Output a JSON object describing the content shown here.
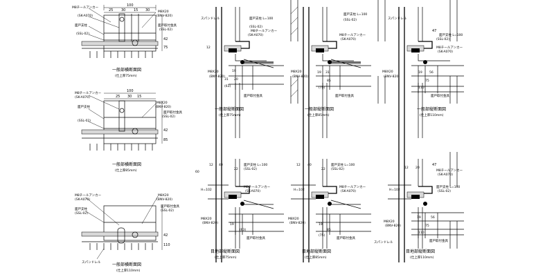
{
  "plan1": {
    "dim_top": "100",
    "dims": [
      "25",
      "30",
      "15",
      "30"
    ],
    "dim_right_1": "42",
    "dim_right_2": "75",
    "callouts": [
      "M8チールアンカー",
      "(SK-A070)",
      "面戸支柱",
      "(SSL-02)",
      "M8X20",
      "(BNV-820)",
      "面戸取付金具",
      "(SSL-02)"
    ],
    "caption": "一般部横断面図",
    "subcaption": "(仕上厚75mm)"
  },
  "plan2": {
    "dim_top": "100",
    "dims": [
      "25",
      "30",
      "15"
    ],
    "dim_right_1": "42",
    "dim_right_2": "85",
    "callouts": [
      "M8チールアンカー",
      "(SK-A070)",
      "面戸支柱",
      "(SSL-02)",
      "M8X20",
      "(BNV-820)",
      "面戸取付金具",
      "(SSL-02)"
    ],
    "caption": "一般部横断面図",
    "subcaption": "(仕上厚85mm)"
  },
  "plan3": {
    "dim_right_1": "42",
    "dim_right_2": "110",
    "callouts": [
      "M8チールアンカー",
      "(SK-A070)",
      "面戸支柱",
      "(SSL-02)",
      "M8X20",
      "(BNV-820)",
      "面戸取付金具",
      "(SSL-02)"
    ],
    "spandrel": "スパンドレル",
    "caption": "一般部横断面図",
    "subcaption": "(仕上厚110mm)"
  },
  "sec1": {
    "spandrel": "スパンドレル",
    "callouts": [
      "面戸支柱 L=100",
      "(SSL-02)",
      "M8チールアンカー",
      "(SK-A070)",
      "M8X20",
      "(BNV-820)",
      "面戸取付金具"
    ],
    "dims": [
      "19",
      "31",
      "20",
      "(63)",
      "12"
    ],
    "caption": "一般部縦断面図",
    "subcaption": "(仕上厚75mm)"
  },
  "sec2": {
    "callouts": [
      "面戸支柱 L=100",
      "(SSL-02)",
      "M8チールアンカー",
      "(SK-A070)",
      "M8X20",
      "(BNV-820)",
      "面戸取付金具"
    ],
    "dims": [
      "19",
      "31",
      "85",
      "(75)"
    ],
    "caption": "一般部縦断面図",
    "subcaption": "(仕上厚85mm)"
  },
  "sec3": {
    "spandrel": "スパンドレル",
    "callouts": [
      "面戸支柱 L=100",
      "(SSL-02)",
      "M8チールアンカー",
      "(SK-A070)",
      "M8X20",
      "(BNV-820)",
      "面戸取付金具"
    ],
    "dims": [
      "47",
      "19",
      "56",
      "75",
      "110"
    ],
    "caption": "一般部縦断面図",
    "subcaption": "(仕上厚110mm)"
  },
  "sec4": {
    "joint_dim": "H=102",
    "callouts": [
      "面戸支柱 L=100",
      "(SSL-02)",
      "M8チールアンカー",
      "(SK-A070)",
      "M8X20",
      "(BNV-820)",
      "面戸取付金具"
    ],
    "dims": [
      "60",
      "12",
      "40",
      "22",
      "19",
      "(63)"
    ],
    "caption": "目地部縦断面図",
    "subcaption": "(仕上厚75mm)"
  },
  "sec5": {
    "joint_dim": "H=102",
    "callouts": [
      "面戸支柱 L=100",
      "(SSL-02)",
      "M8チールアンカー",
      "(SK-A070)",
      "M8X20",
      "(BNV-820)",
      "面戸取付金具"
    ],
    "dims": [
      "12",
      "40",
      "22",
      "19",
      "85",
      "(75)"
    ],
    "caption": "目地部縦断面図",
    "subcaption": "(仕上厚85mm)"
  },
  "sec6": {
    "joint_dim": "H=102",
    "callouts": [
      "M8チールアンカー",
      "(SK-A070)",
      "面戸支柱 L=100",
      "(SSL-02)",
      "M8X20",
      "(BNV-820)",
      "面戸取付金具"
    ],
    "dims": [
      "12",
      "20",
      "47",
      "19",
      "56",
      "75",
      "110"
    ],
    "spandrel": "スパンドレル",
    "caption": "目地部縦断面図",
    "subcaption": "(仕上厚110mm)"
  }
}
